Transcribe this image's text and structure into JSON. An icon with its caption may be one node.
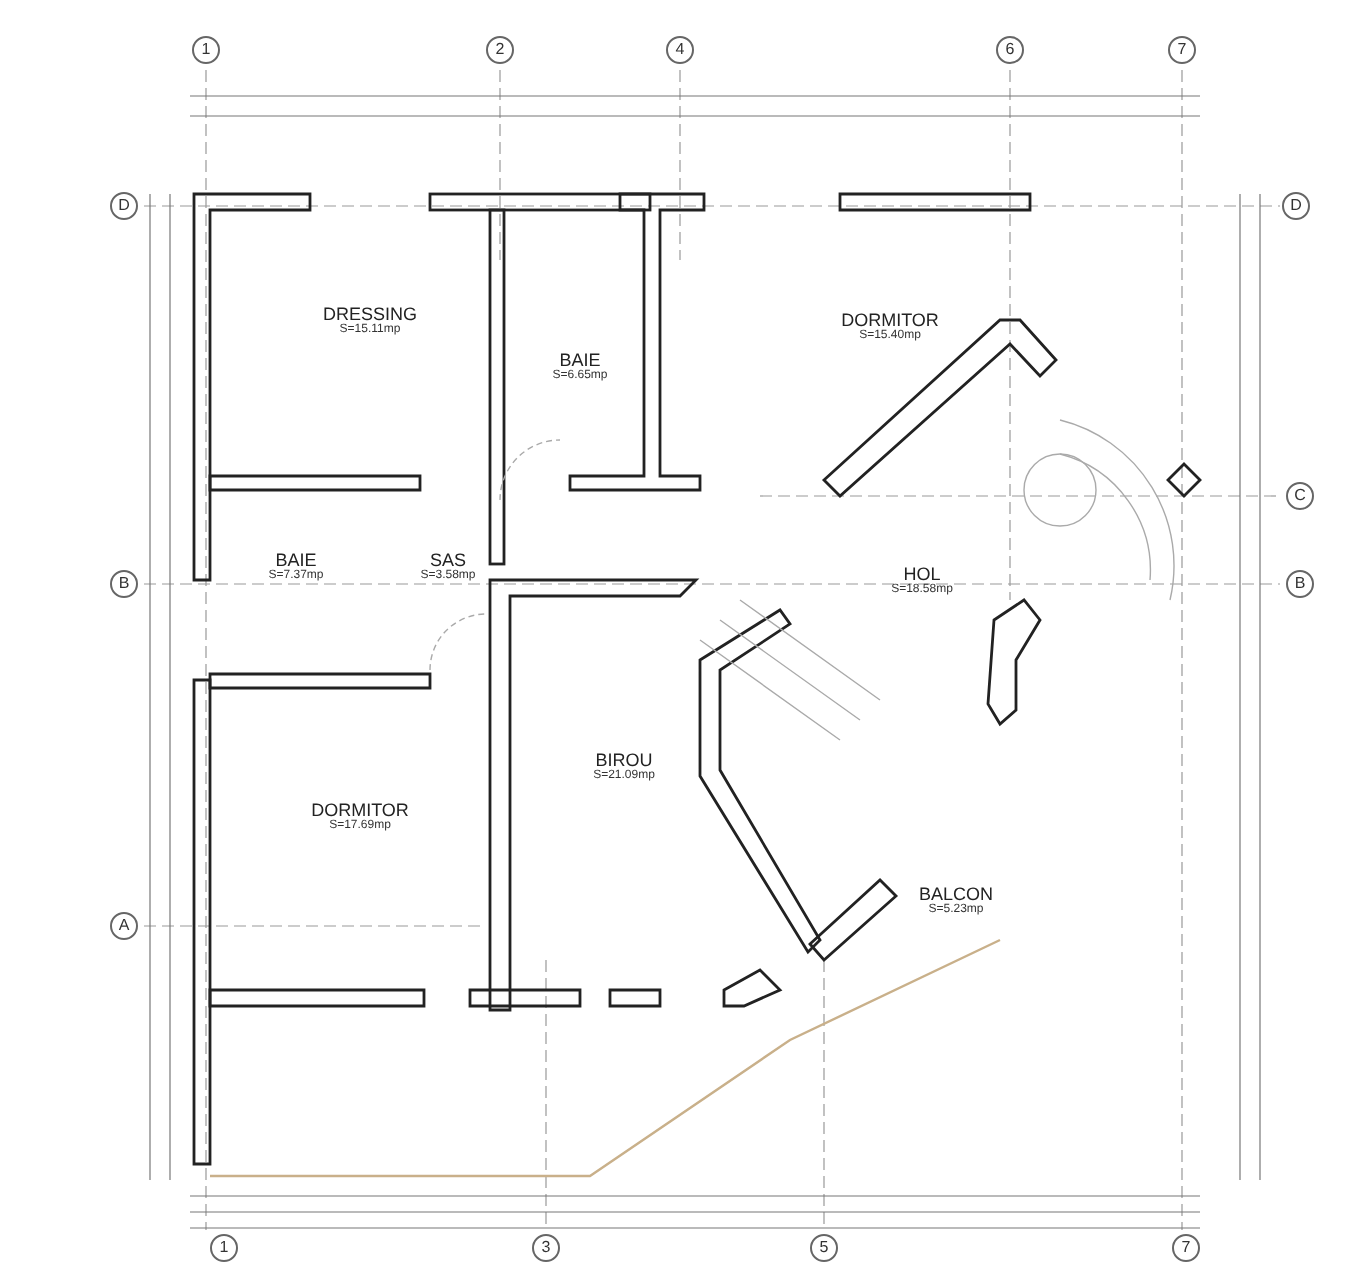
{
  "diagram": {
    "nodes": [
      {
        "text": [
          "DRESSING",
          "S=15.11mp"
        ]
      },
      {
        "text": [
          "BAIE",
          "S=6.65mp"
        ]
      },
      {
        "text": [
          "DORMITOR",
          "S=15.40mp"
        ]
      },
      {
        "text": [
          "BAIE",
          "S=7.37mp"
        ]
      },
      {
        "text": [
          "SAS",
          "S=3.58mp"
        ]
      },
      {
        "text": [
          "HOL",
          "S=18.58mp"
        ]
      },
      {
        "text": [
          "DORMITOR",
          "S=17.69mp"
        ]
      },
      {
        "text": [
          "BIROU",
          "S=21.09mp"
        ]
      },
      {
        "text": [
          "BALCON",
          "S=5.23mp"
        ]
      }
    ],
    "edges": [],
    "labels": [
      "1",
      "2",
      "4",
      "6",
      "7",
      "D",
      "D",
      "C",
      "B",
      "B",
      "A",
      "1",
      "3",
      "5",
      "7"
    ]
  }
}
